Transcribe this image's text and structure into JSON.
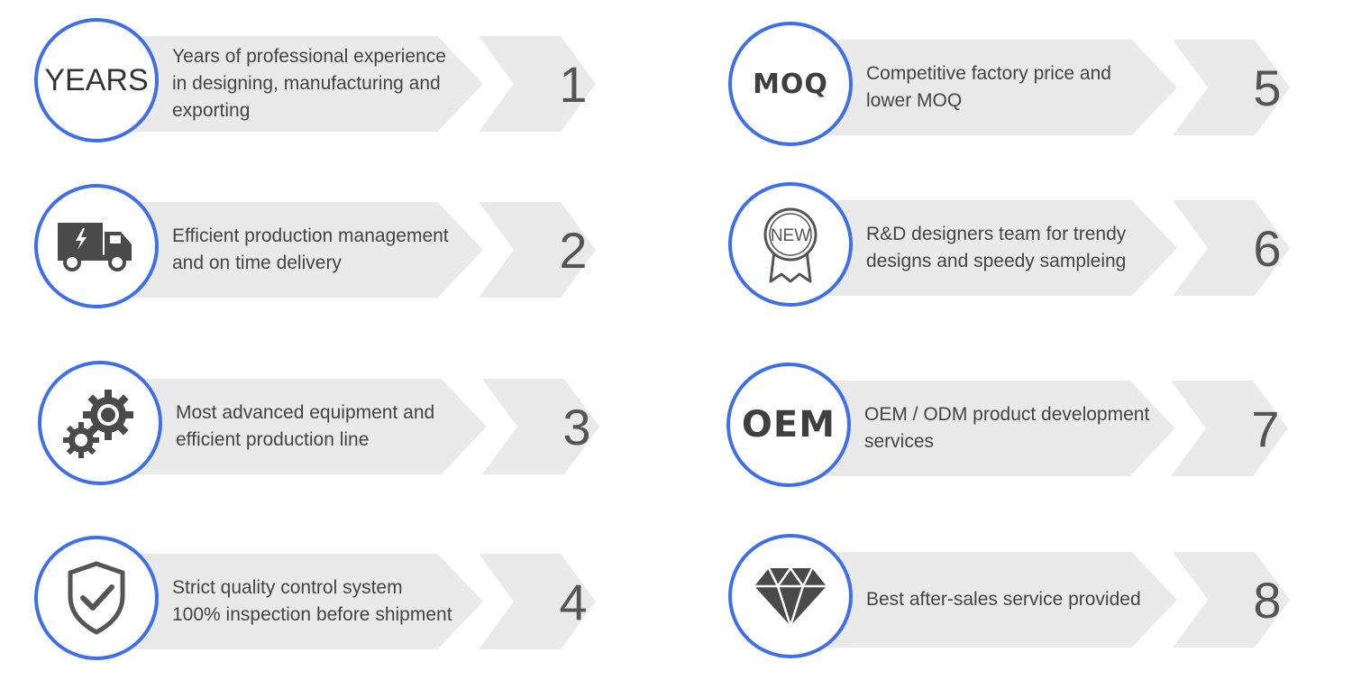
{
  "colors": {
    "accent": "#3e6fe8",
    "bar": "#e9e9e9",
    "text": "#444444",
    "number": "#555555"
  },
  "items": [
    {
      "number": "1",
      "icon": "years-text-icon",
      "icon_text": "YEARS",
      "lines": [
        "Years of professional experience",
        "in designing, manufacturing and",
        "exporting"
      ]
    },
    {
      "number": "2",
      "icon": "delivery-truck-icon",
      "lines": [
        "Efficient production management",
        "and on time delivery"
      ]
    },
    {
      "number": "3",
      "icon": "gears-icon",
      "lines": [
        "Most advanced equipment and",
        "efficient production line"
      ]
    },
    {
      "number": "4",
      "icon": "shield-check-icon",
      "lines": [
        "Strict quality control system",
        "100% inspection before shipment"
      ]
    },
    {
      "number": "5",
      "icon": "moq-text-icon",
      "icon_text": "MOQ",
      "lines": [
        "Competitive factory price and",
        "lower MOQ"
      ]
    },
    {
      "number": "6",
      "icon": "new-badge-icon",
      "icon_text": "NEW",
      "lines": [
        "R&D designers team for trendy",
        "designs and speedy sampleing"
      ]
    },
    {
      "number": "7",
      "icon": "oem-text-icon",
      "icon_text": "OEM",
      "lines": [
        "OEM / ODM product development",
        "services"
      ]
    },
    {
      "number": "8",
      "icon": "diamond-icon",
      "lines": [
        "Best after-sales service provided"
      ]
    }
  ]
}
